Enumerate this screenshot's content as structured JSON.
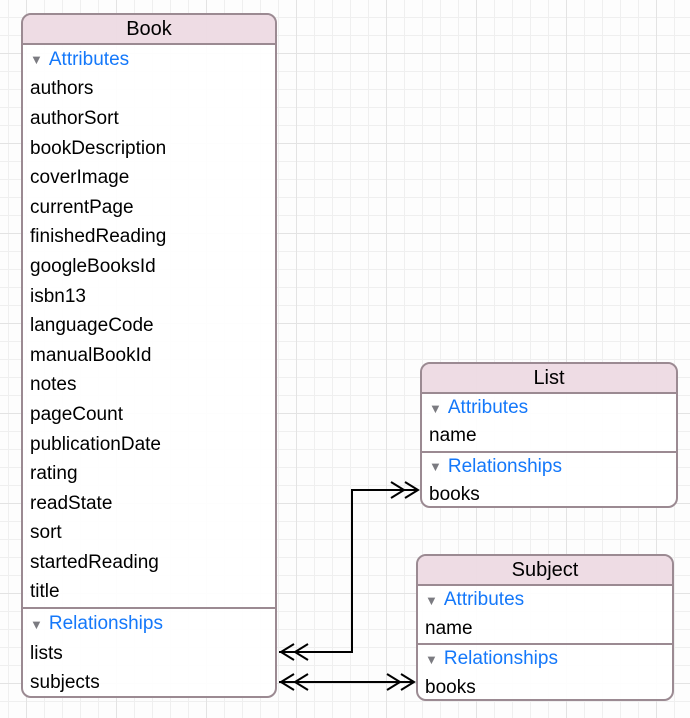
{
  "diagram": {
    "kind": "core-data-entity-relationship-diagram"
  },
  "glyphs": {
    "disclosure": "▼"
  },
  "colors": {
    "entity_header_bg": "#e8d4dc",
    "entity_border": "#9b8a92",
    "section_label_blue": "#1478fa",
    "disclosure_gray": "#7b7b81",
    "attribute_text": "#000000",
    "connector_line": "#000000",
    "grid_minor": "#efefef",
    "grid_major": "#e3e3e3"
  },
  "entities": [
    {
      "name": "Book",
      "sections": [
        {
          "label": "Attributes",
          "items": [
            "authors",
            "authorSort",
            "bookDescription",
            "coverImage",
            "currentPage",
            "finishedReading",
            "googleBooksId",
            "isbn13",
            "languageCode",
            "manualBookId",
            "notes",
            "pageCount",
            "publicationDate",
            "rating",
            "readState",
            "sort",
            "startedReading",
            "title"
          ]
        },
        {
          "label": "Relationships",
          "items": [
            "lists",
            "subjects"
          ]
        }
      ]
    },
    {
      "name": "List",
      "sections": [
        {
          "label": "Attributes",
          "items": [
            "name"
          ]
        },
        {
          "label": "Relationships",
          "items": [
            "books"
          ]
        }
      ]
    },
    {
      "name": "Subject",
      "sections": [
        {
          "label": "Attributes",
          "items": [
            "name"
          ]
        },
        {
          "label": "Relationships",
          "items": [
            "books"
          ]
        }
      ]
    }
  ],
  "connectors": [
    {
      "from": "Book.lists",
      "to": "List.books",
      "cardinality": "many-to-many"
    },
    {
      "from": "Book.subjects",
      "to": "Subject.books",
      "cardinality": "many-to-many"
    }
  ]
}
